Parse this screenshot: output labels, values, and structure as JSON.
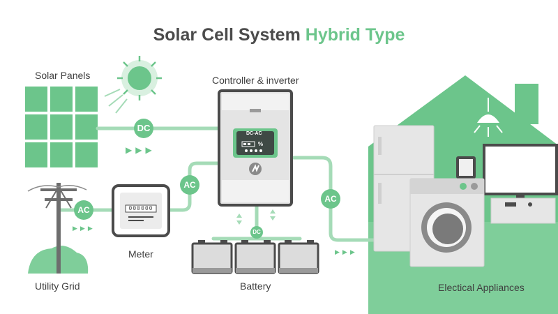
{
  "title": {
    "main": "Solar Cell System",
    "accent": "Hybrid Type"
  },
  "labels": {
    "solar_panels": "Solar Panels",
    "controller": "Controller & inverter",
    "meter": "Meter",
    "utility_grid": "Utility Grid",
    "battery": "Battery",
    "appliances": "Electical Appliances"
  },
  "badges": {
    "dc": "DC",
    "ac": "AC",
    "battery_dc": "DC"
  },
  "display": {
    "mode": "DC-AC",
    "unit": "%"
  },
  "meter_digits": "000000",
  "colors": {
    "green": "#6cc58b",
    "green_light": "#a5dbb7",
    "dark_grey": "#4b4b4b",
    "panel_grey": "#dcdcdc",
    "white": "#ffffff"
  },
  "icons": [
    "sun-icon",
    "arrow-right-icon",
    "bolt-icon",
    "lamp-icon"
  ]
}
